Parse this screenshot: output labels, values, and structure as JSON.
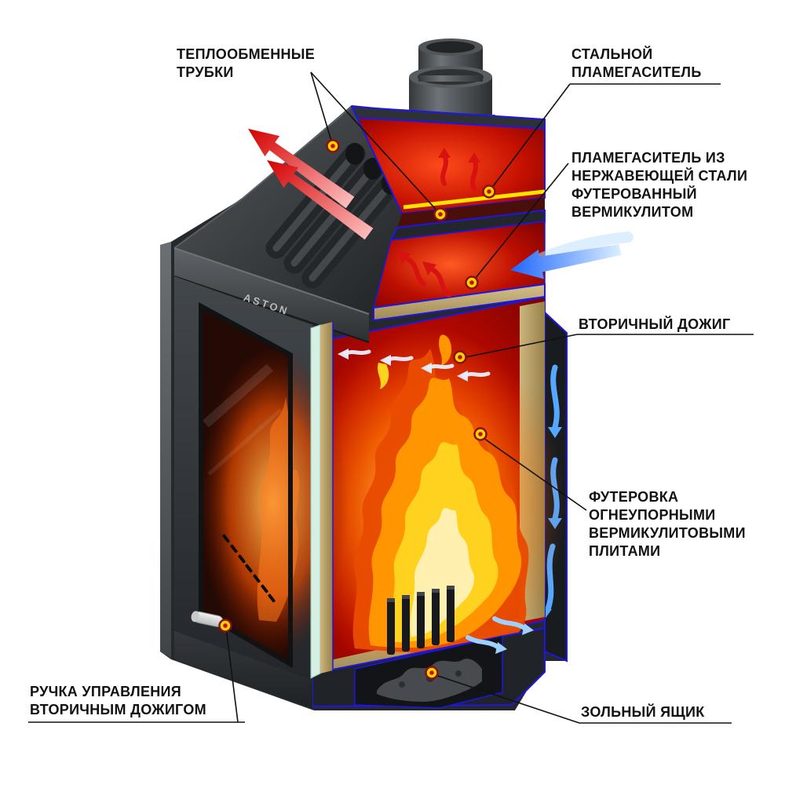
{
  "brand": "ASTON",
  "labels": {
    "heat_tubes": {
      "lines": [
        "ТЕПЛООБМЕННЫЕ",
        "ТРУБКИ"
      ]
    },
    "steel_flame_arrestor": {
      "lines": [
        "СТАЛЬНОЙ",
        "ПЛАМЕГАСИТЕЛЬ"
      ]
    },
    "stainless_flame_arrestor": {
      "lines": [
        "ПЛАМЕГАСИТЕЛЬ ИЗ",
        "НЕРЖАВЕЮЩЕЙ СТАЛИ",
        "ФУТЕРОВАННЫЙ",
        "ВЕРМИКУЛИТОМ"
      ]
    },
    "secondary_combustion": {
      "lines": [
        "ВТОРИЧНЫЙ ДОЖИГ"
      ]
    },
    "vermiculite_lining": {
      "lines": [
        "ФУТЕРОВКА",
        "ОГНЕУПОРНЫМИ",
        "ВЕРМИКУЛИТОВЫМИ",
        "ПЛИТАМИ"
      ]
    },
    "secondary_air_handle": {
      "lines": [
        "РУЧКА УПРАВЛЕНИЯ",
        "ВТОРИЧНЫМ ДОЖИГОМ"
      ]
    },
    "ash_box": {
      "lines": [
        "ЗОЛЬНЫЙ ЯЩИК"
      ]
    }
  },
  "markers": [
    "heat-tube-marker-upper",
    "heat-tube-marker-lower",
    "steel-arrestor-marker",
    "stainless-arrestor-marker",
    "secondary-combustion-marker",
    "lining-marker",
    "handle-marker",
    "ash-box-marker"
  ],
  "colors": {
    "background": "#ffffff",
    "outline_blue": "#1d16e8",
    "body_gray": "#3a3e42",
    "firebox_red": "#c81400",
    "flame_orange": "#ff9500",
    "flame_yellow": "#ffd21f",
    "vermiculite_tan": "#c9b176",
    "arrestor_yellow": "#ffe400",
    "hot_air_arrow_red": "#d40000",
    "cold_air_arrow_blue": "#1f6dff",
    "marker_fill": "#ffd400",
    "marker_ring": "#8a1010",
    "label_text": "#111111"
  }
}
